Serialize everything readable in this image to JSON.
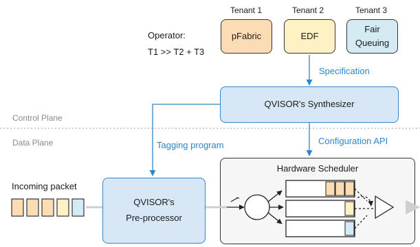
{
  "operator": {
    "label": "Operator:",
    "policy": "T1 >> T2 + T3"
  },
  "tenants": [
    {
      "header": "Tenant 1",
      "policy": "pFabric",
      "color": "#fcdcb4"
    },
    {
      "header": "Tenant 2",
      "policy": "EDF",
      "color": "#fef2c4"
    },
    {
      "header": "Tenant 3",
      "policy": "Fair\nQueuing",
      "color": "#d4ebf4"
    }
  ],
  "arrows": {
    "specification": "Specification",
    "tagging_program": "Tagging program",
    "configuration_api": "Configuration API"
  },
  "planes": {
    "control": "Control Plane",
    "data": "Data Plane"
  },
  "synthesizer": {
    "label": "QVISOR's Synthesizer"
  },
  "preprocessor": {
    "label": "QVISOR's\nPre-processor"
  },
  "scheduler": {
    "title": "Hardware Scheduler"
  },
  "incoming": {
    "label": "Incoming packet"
  },
  "colors": {
    "accent_blue": "#2f86c8",
    "box_fill": "#d7e7f5",
    "packet_orange": "#fcdcb4",
    "packet_yellow": "#fef2c4",
    "packet_blue": "#d4ebf4"
  }
}
